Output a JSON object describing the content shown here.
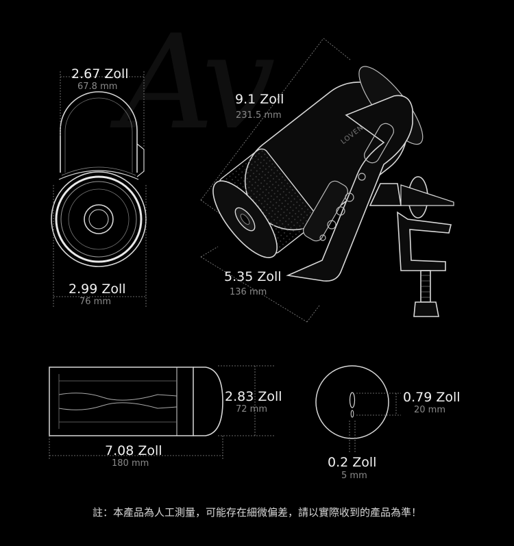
{
  "watermark": "Av",
  "brand": "LOVENSE",
  "dimensions": {
    "top_width": {
      "main": "2.67 Zoll",
      "sub": "67.8 mm"
    },
    "height": {
      "main": "9.1 Zoll",
      "sub": "231.5 mm"
    },
    "diameter": {
      "main": "2.99 Zoll",
      "sub": "76 mm"
    },
    "depth": {
      "main": "5.35 Zoll",
      "sub": "136 mm"
    },
    "sleeve_width": {
      "main": "2.83 Zoll",
      "sub": "72 mm"
    },
    "sleeve_length": {
      "main": "7.08 Zoll",
      "sub": "180 mm"
    },
    "entry_height": {
      "main": "0.79 Zoll",
      "sub": "20 mm"
    },
    "entry_width": {
      "main": "0.2 Zoll",
      "sub": "5 mm"
    }
  },
  "note": "註：本產品為人工測量，可能存在細微偏差，請以實際收到的產品為準！",
  "colors": {
    "background": "#000000",
    "line": "#d9d9d9",
    "dim_line": "#8c8c8c"
  }
}
